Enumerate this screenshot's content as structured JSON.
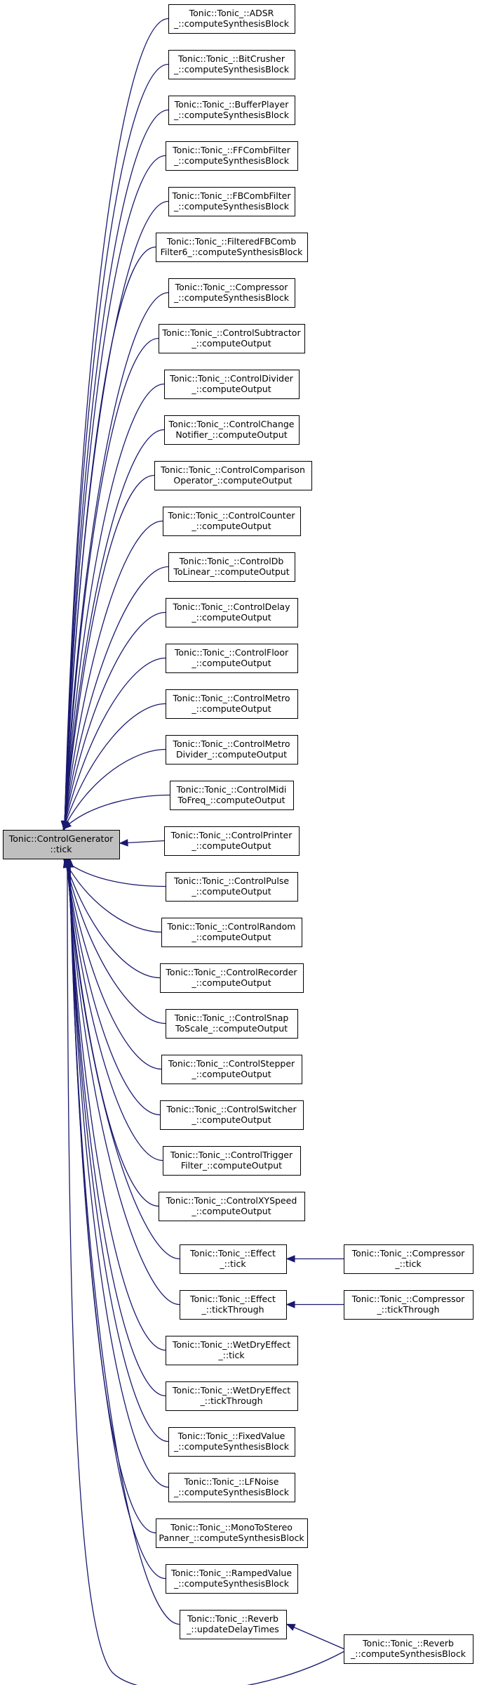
{
  "root": {
    "id": "root",
    "lines": [
      "Tonic::ControlGenerator",
      "::tick"
    ]
  },
  "nodes": [
    {
      "id": "n1",
      "lines": [
        "Tonic::Tonic_::ADSR",
        "_::computeSynthesisBlock"
      ]
    },
    {
      "id": "n2",
      "lines": [
        "Tonic::Tonic_::BitCrusher",
        "_::computeSynthesisBlock"
      ]
    },
    {
      "id": "n3",
      "lines": [
        "Tonic::Tonic_::BufferPlayer",
        "_::computeSynthesisBlock"
      ]
    },
    {
      "id": "n4",
      "lines": [
        "Tonic::Tonic_::FFCombFilter",
        "_::computeSynthesisBlock"
      ]
    },
    {
      "id": "n5",
      "lines": [
        "Tonic::Tonic_::FBCombFilter",
        "_::computeSynthesisBlock"
      ]
    },
    {
      "id": "n6",
      "lines": [
        "Tonic::Tonic_::FilteredFBComb",
        "Filter6_::computeSynthesisBlock"
      ]
    },
    {
      "id": "n7",
      "lines": [
        "Tonic::Tonic_::Compressor",
        "_::computeSynthesisBlock"
      ]
    },
    {
      "id": "n8",
      "lines": [
        "Tonic::Tonic_::ControlSubtractor",
        "_::computeOutput"
      ]
    },
    {
      "id": "n9",
      "lines": [
        "Tonic::Tonic_::ControlDivider",
        "_::computeOutput"
      ]
    },
    {
      "id": "n10",
      "lines": [
        "Tonic::Tonic_::ControlChange",
        "Notifier_::computeOutput"
      ]
    },
    {
      "id": "n11",
      "lines": [
        "Tonic::Tonic_::ControlComparison",
        "Operator_::computeOutput"
      ]
    },
    {
      "id": "n12",
      "lines": [
        "Tonic::Tonic_::ControlCounter",
        "_::computeOutput"
      ]
    },
    {
      "id": "n13",
      "lines": [
        "Tonic::Tonic_::ControlDb",
        "ToLinear_::computeOutput"
      ]
    },
    {
      "id": "n14",
      "lines": [
        "Tonic::Tonic_::ControlDelay",
        "_::computeOutput"
      ]
    },
    {
      "id": "n15",
      "lines": [
        "Tonic::Tonic_::ControlFloor",
        "_::computeOutput"
      ]
    },
    {
      "id": "n16",
      "lines": [
        "Tonic::Tonic_::ControlMetro",
        "_::computeOutput"
      ]
    },
    {
      "id": "n17",
      "lines": [
        "Tonic::Tonic_::ControlMetro",
        "Divider_::computeOutput"
      ]
    },
    {
      "id": "n18",
      "lines": [
        "Tonic::Tonic_::ControlMidi",
        "ToFreq_::computeOutput"
      ]
    },
    {
      "id": "n19",
      "lines": [
        "Tonic::Tonic_::ControlPrinter",
        "_::computeOutput"
      ]
    },
    {
      "id": "n20",
      "lines": [
        "Tonic::Tonic_::ControlPulse",
        "_::computeOutput"
      ]
    },
    {
      "id": "n21",
      "lines": [
        "Tonic::Tonic_::ControlRandom",
        "_::computeOutput"
      ]
    },
    {
      "id": "n22",
      "lines": [
        "Tonic::Tonic_::ControlRecorder",
        "_::computeOutput"
      ]
    },
    {
      "id": "n23",
      "lines": [
        "Tonic::Tonic_::ControlSnap",
        "ToScale_::computeOutput"
      ]
    },
    {
      "id": "n24",
      "lines": [
        "Tonic::Tonic_::ControlStepper",
        "_::computeOutput"
      ]
    },
    {
      "id": "n25",
      "lines": [
        "Tonic::Tonic_::ControlSwitcher",
        "_::computeOutput"
      ]
    },
    {
      "id": "n26",
      "lines": [
        "Tonic::Tonic_::ControlTrigger",
        "Filter_::computeOutput"
      ]
    },
    {
      "id": "n27",
      "lines": [
        "Tonic::Tonic_::ControlXYSpeed",
        "_::computeOutput"
      ]
    },
    {
      "id": "n28",
      "lines": [
        "Tonic::Tonic_::Effect",
        "_::tick"
      ]
    },
    {
      "id": "n29",
      "lines": [
        "Tonic::Tonic_::Effect",
        "_::tickThrough"
      ]
    },
    {
      "id": "n30",
      "lines": [
        "Tonic::Tonic_::WetDryEffect",
        "_::tick"
      ]
    },
    {
      "id": "n31",
      "lines": [
        "Tonic::Tonic_::WetDryEffect",
        "_::tickThrough"
      ]
    },
    {
      "id": "n32",
      "lines": [
        "Tonic::Tonic_::FixedValue",
        "_::computeSynthesisBlock"
      ]
    },
    {
      "id": "n33",
      "lines": [
        "Tonic::Tonic_::LFNoise",
        "_::computeSynthesisBlock"
      ]
    },
    {
      "id": "n34",
      "lines": [
        "Tonic::Tonic_::MonoToStereo",
        "Panner_::computeSynthesisBlock"
      ]
    },
    {
      "id": "n35",
      "lines": [
        "Tonic::Tonic_::RampedValue",
        "_::computeSynthesisBlock"
      ]
    },
    {
      "id": "n36",
      "lines": [
        "Tonic::Tonic_::Reverb",
        "_::updateDelayTimes"
      ]
    },
    {
      "id": "r1",
      "lines": [
        "Tonic::Tonic_::Compressor",
        "_::tick"
      ]
    },
    {
      "id": "r2",
      "lines": [
        "Tonic::Tonic_::Compressor",
        "_::tickThrough"
      ]
    },
    {
      "id": "r3",
      "lines": [
        "Tonic::Tonic_::Reverb",
        "_::computeSynthesisBlock"
      ]
    }
  ],
  "edges": [
    {
      "from": "n1",
      "to": "root"
    },
    {
      "from": "n2",
      "to": "root"
    },
    {
      "from": "n3",
      "to": "root"
    },
    {
      "from": "n4",
      "to": "root"
    },
    {
      "from": "n5",
      "to": "root"
    },
    {
      "from": "n6",
      "to": "root"
    },
    {
      "from": "n7",
      "to": "root"
    },
    {
      "from": "n8",
      "to": "root"
    },
    {
      "from": "n9",
      "to": "root"
    },
    {
      "from": "n10",
      "to": "root"
    },
    {
      "from": "n11",
      "to": "root"
    },
    {
      "from": "n12",
      "to": "root"
    },
    {
      "from": "n13",
      "to": "root"
    },
    {
      "from": "n14",
      "to": "root"
    },
    {
      "from": "n15",
      "to": "root"
    },
    {
      "from": "n16",
      "to": "root"
    },
    {
      "from": "n17",
      "to": "root"
    },
    {
      "from": "n18",
      "to": "root"
    },
    {
      "from": "n19",
      "to": "root"
    },
    {
      "from": "n20",
      "to": "root"
    },
    {
      "from": "n21",
      "to": "root"
    },
    {
      "from": "n22",
      "to": "root"
    },
    {
      "from": "n23",
      "to": "root"
    },
    {
      "from": "n24",
      "to": "root"
    },
    {
      "from": "n25",
      "to": "root"
    },
    {
      "from": "n26",
      "to": "root"
    },
    {
      "from": "n27",
      "to": "root"
    },
    {
      "from": "n28",
      "to": "root"
    },
    {
      "from": "n29",
      "to": "root"
    },
    {
      "from": "n30",
      "to": "root"
    },
    {
      "from": "n31",
      "to": "root"
    },
    {
      "from": "n32",
      "to": "root"
    },
    {
      "from": "n33",
      "to": "root"
    },
    {
      "from": "n34",
      "to": "root"
    },
    {
      "from": "n35",
      "to": "root"
    },
    {
      "from": "n36",
      "to": "root"
    },
    {
      "from": "r3",
      "to": "root"
    },
    {
      "from": "r1",
      "to": "n28"
    },
    {
      "from": "r2",
      "to": "n29"
    },
    {
      "from": "r3",
      "to": "n36"
    }
  ],
  "colors": {
    "edge": "#191970",
    "root_fill": "#bfbfbf",
    "node_fill": "#ffffff",
    "node_stroke": "#000000"
  }
}
